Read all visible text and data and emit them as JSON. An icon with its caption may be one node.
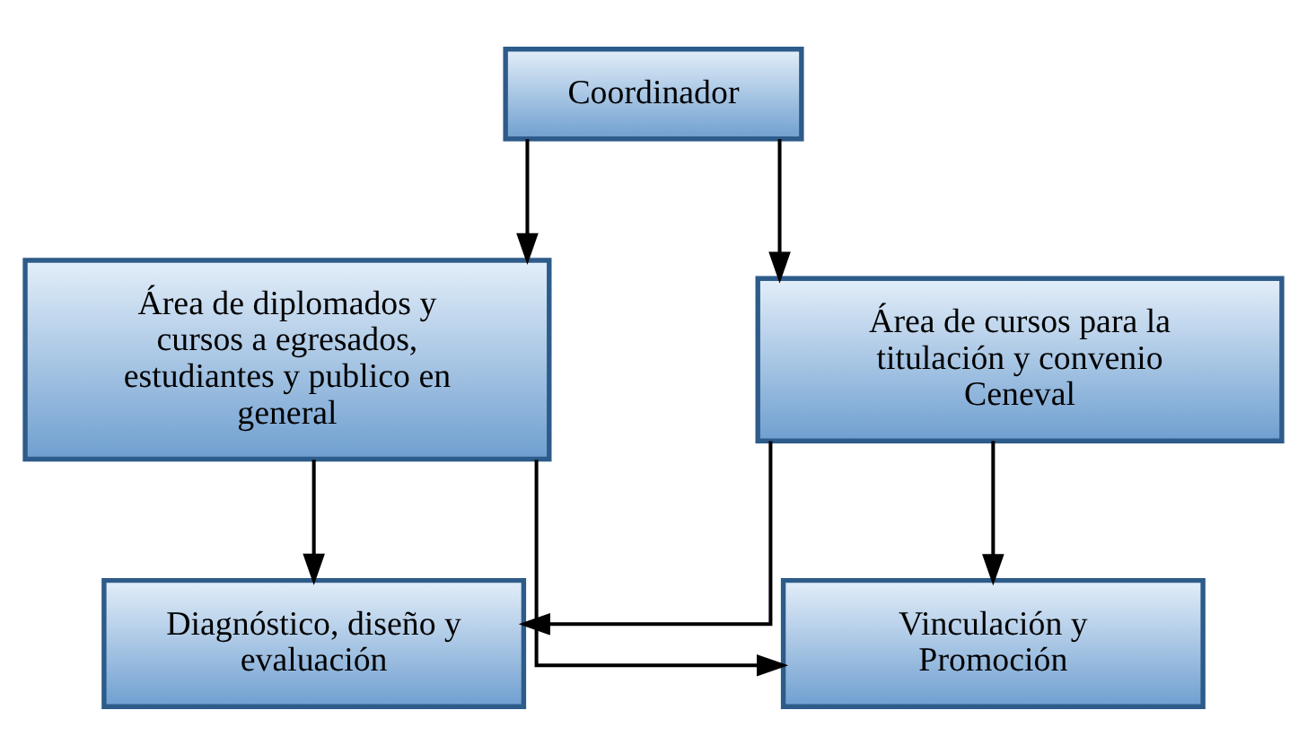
{
  "diagram": {
    "nodes": [
      {
        "text": [
          "Coordinador"
        ]
      },
      {
        "text": [
          "Área de diplomados y cursos a egresados, estudiantes y publico en general"
        ]
      },
      {
        "text": [
          "Área de cursos para la titulación y convenio Ceneval"
        ]
      },
      {
        "text": [
          "Diagnóstico, diseño y evaluación"
        ]
      },
      {
        "text": [
          "Vinculación y Promoción"
        ]
      }
    ],
    "edges": [
      {
        "from": 0,
        "to": 1,
        "arrow": "to"
      },
      {
        "from": 0,
        "to": 2,
        "arrow": "to"
      },
      {
        "from": 1,
        "to": 3,
        "arrow": "to"
      },
      {
        "from": 1,
        "to": 4,
        "arrow": "to"
      },
      {
        "from": 2,
        "to": 3,
        "arrow": "to"
      },
      {
        "from": 2,
        "to": 4,
        "arrow": "to"
      }
    ]
  }
}
